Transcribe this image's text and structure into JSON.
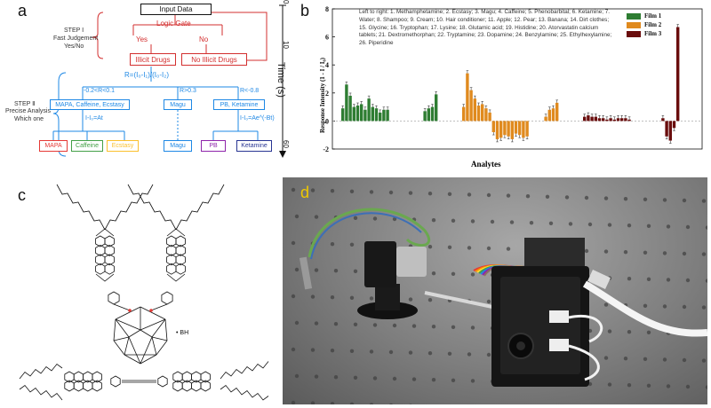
{
  "panel_labels": {
    "a": "a",
    "b": "b",
    "c": "c",
    "d": "d"
  },
  "panel_a": {
    "input": "Input Data",
    "logic_gate": "Logic Gate",
    "yes": "Yes",
    "no": "No",
    "illicit": "Illicit Drugs",
    "no_illicit": "No Illicit Drugs",
    "step1_title": "STEP Ⅰ",
    "step1_sub1": "Fast Judgement",
    "step1_sub2": "Yes/No",
    "step2_title": "STEP Ⅱ",
    "step2_sub1": "Precise Analysis",
    "step2_sub2": "Which one",
    "formula_r": "R=(I₀-I₁)/(I₀-I₂)",
    "range1": "-0.2<R<0.1",
    "range2": "R>0.3",
    "range3": "R<-0.8",
    "group1": "MAPA, Caffeine, Ecstasy",
    "group2": "Magu",
    "group3": "PB, Ketamine",
    "eq1": "I-I₀=At",
    "eq3": "I-I₀=Ae^(-Bt)",
    "leaves": [
      "MAPA",
      "Caffeine",
      "Ecstasy",
      "Magu",
      "PB",
      "Ketamine"
    ],
    "time_label": "Time (s)",
    "time_ticks": [
      "0",
      "10",
      "60"
    ]
  },
  "chart_data": {
    "type": "bar",
    "ylabel": "Response Intensity (1 - I / I₀)",
    "xlabel": "Analytes",
    "ylim": [
      -2,
      8
    ],
    "yticks": [
      "8",
      "6",
      "4",
      "2",
      "0",
      "-2"
    ],
    "legend_position": "top-right",
    "annotation": "Left to right: 1. Methamphetamine; 2. Ecstasy; 3. Magu; 4. Caffeine; 5. Phenobarbital; 6. Ketamine; 7. Water; 8. Shampoo; 9. Cream; 10. Hair conditioner; 11. Apple; 12. Pear; 13. Banana; 14. Dirt clothes; 15. Glycine; 16. Tryptophan; 17. Lysine; 18. Glutamic acid; 19. Histidine; 20. Atorvastatin calcium tablets; 21. Dextromethorphan; 22. Tryptamine; 23. Dopamine; 24. Benzylamine; 25. Ethylhexylamine; 26. Piperidine",
    "series": [
      {
        "name": "Film 1",
        "color": "#2e7d32",
        "values": [
          0.9,
          2.6,
          1.8,
          1.0,
          1.1,
          1.2,
          0.8,
          1.6,
          1.0,
          0.9,
          0.6,
          0.8,
          0.8,
          0,
          0,
          0,
          0,
          0,
          0,
          0,
          0,
          0,
          0.7,
          0.9,
          1.0,
          1.9
        ]
      },
      {
        "name": "Film 2",
        "color": "#e08a1e",
        "values": [
          1.0,
          3.4,
          2.2,
          1.6,
          1.1,
          1.2,
          0.9,
          0.6,
          -0.8,
          -1.3,
          -1.2,
          -1.0,
          -1.1,
          -1.3,
          -0.9,
          -1.0,
          -1.2,
          -1.1,
          0,
          0,
          0,
          0,
          0.3,
          0.8,
          0.9,
          1.3
        ]
      },
      {
        "name": "Film 3",
        "color": "#6a0d0d",
        "values": [
          0.3,
          0.4,
          0.3,
          0.3,
          0.2,
          0.2,
          0.1,
          0.2,
          0.1,
          0.2,
          0.2,
          0.2,
          0.1,
          0,
          0,
          0,
          0,
          0,
          0,
          0,
          0,
          0.2,
          -1.1,
          -1.4,
          -0.5,
          6.7
        ]
      }
    ]
  },
  "panel_c": {
    "bh_label": "• BH"
  }
}
